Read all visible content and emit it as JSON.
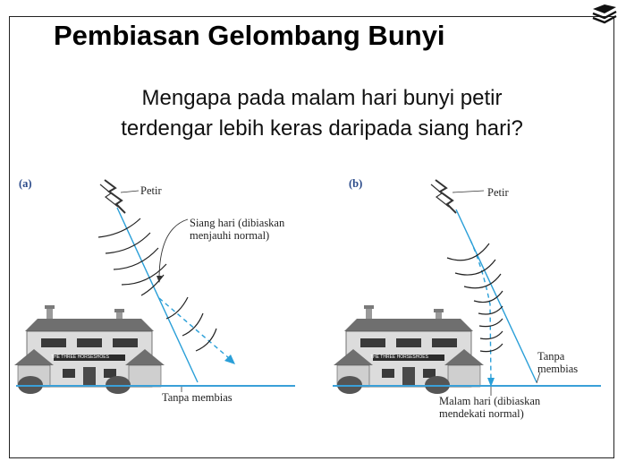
{
  "slide": {
    "title": "Pembiasan Gelombang Bunyi",
    "question_line1": "Mengapa pada malam hari bunyi petir",
    "question_line2": "terdengar lebih keras daripada siang hari?"
  },
  "icons": {
    "corner_logo": "stacked-books-icon",
    "lightning": "lightning-bolt-icon",
    "building": "inn-building-icon"
  },
  "colors": {
    "ray": "#2a9fd8",
    "ground": "#3aa0d8",
    "panel_label": "#2a4a8a",
    "roof": "#6f6f6f",
    "wall": "#dcdcdc"
  },
  "panel_a": {
    "tag": "(a)",
    "petir": "Petir",
    "siang_line1": "Siang hari (dibiaskan",
    "siang_line2": "menjauhi normal)",
    "tanpa": "Tanpa membias",
    "sign": "THE THREE HORSESHOES"
  },
  "panel_b": {
    "tag": "(b)",
    "petir": "Petir",
    "tanpa_line1": "Tanpa",
    "tanpa_line2": "membias",
    "malam_line1": "Malam hari (dibiaskan",
    "malam_line2": "mendekati normal)",
    "sign": "THE THREE HORSESHOES"
  }
}
